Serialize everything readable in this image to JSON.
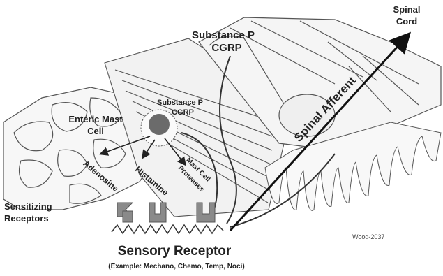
{
  "labels": {
    "spinal_cord_line1": "Spinal",
    "spinal_cord_line2": "Cord",
    "substance_p_top": "Substance P",
    "cgrp_top": "CGRP",
    "substance_p_mast": "Substance P",
    "cgrp_mast": "CGRP",
    "enteric_mast_line1": "Enteric Mast",
    "enteric_mast_line2": "Cell",
    "spinal_afferent": "Spinal Afferent",
    "adenosine": "Adenosine",
    "histamine": "Histamine",
    "mast_cell_proteases_line1": "Mast Cell",
    "mast_cell_proteases_line2": "Proteases",
    "sensitizing_line1": "Sensitizing",
    "sensitizing_line2": "Receptors",
    "sensory_receptor": "Sensory Receptor",
    "example": "(Example: Mechano, Chemo, Temp, Noci)",
    "credit": "Wood-2037"
  },
  "colors": {
    "ink": "#222222",
    "mast_cell": "#6b6b6b",
    "receptor": "#8a8a8a",
    "tissue_fill": "#f2f2f2"
  }
}
